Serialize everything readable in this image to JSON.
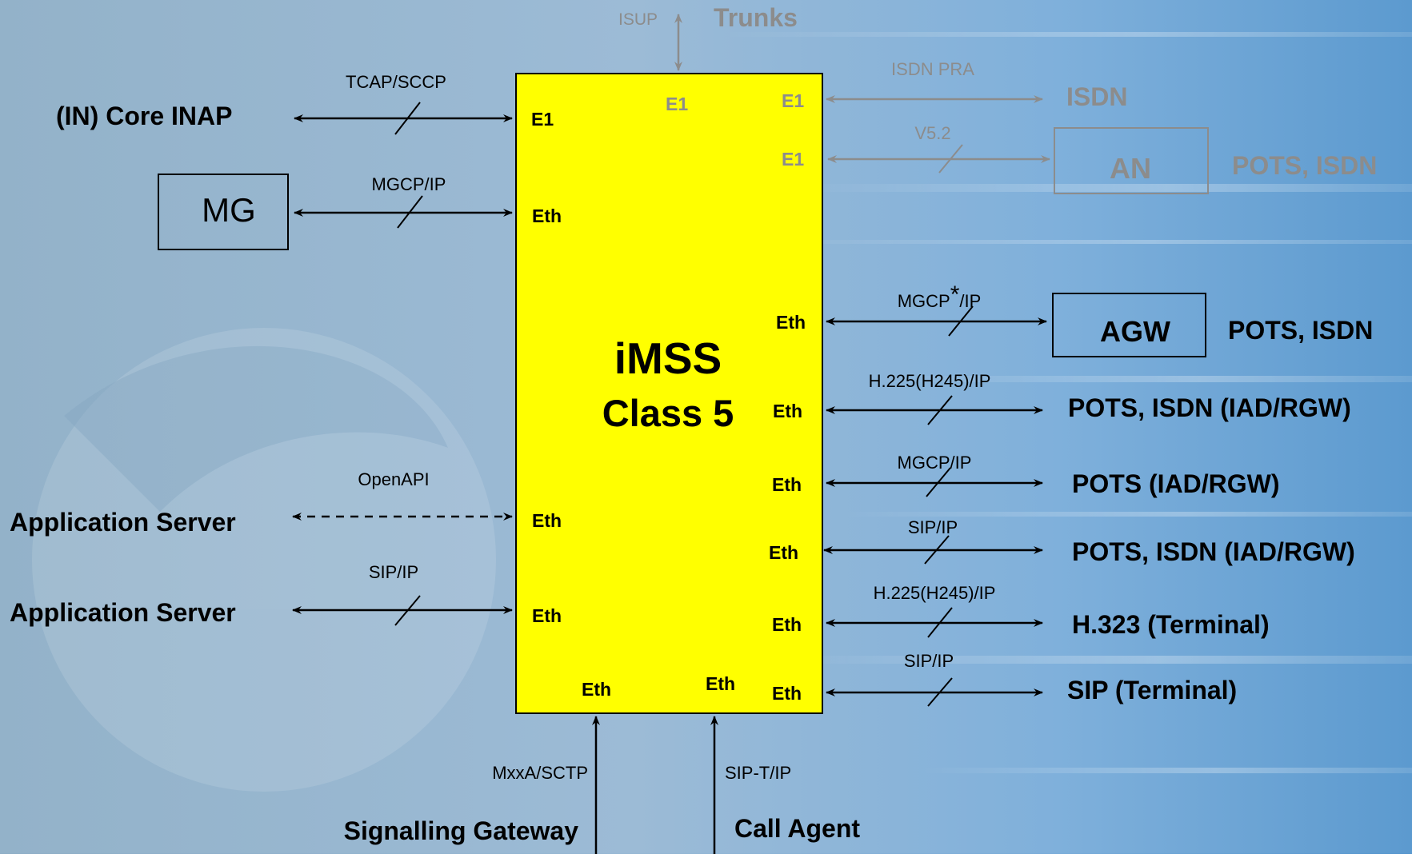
{
  "trunks": {
    "label": "Trunks",
    "protocol": "ISUP"
  },
  "core": {
    "title": "iMSS",
    "subtitle": "Class 5",
    "ports": {
      "top_e1": "E1",
      "left_e1": "E1",
      "left_eth_mg": "Eth",
      "left_eth_openapi": "Eth",
      "left_eth_sip": "Eth",
      "right_e1_isdn": "E1",
      "right_e1_an": "E1",
      "right_eth_agw": "Eth",
      "right_eth_h225_a": "Eth",
      "right_eth_mgcp": "Eth",
      "right_eth_sip_a": "Eth",
      "right_eth_h225_b": "Eth",
      "right_eth_sip_b": "Eth",
      "bottom_eth_sg": "Eth",
      "bottom_eth_ca": "Eth"
    }
  },
  "left": {
    "inap_label": "(IN) Core INAP",
    "inap_protocol": "TCAP/SCCP",
    "mg_label": "MG",
    "mg_protocol": "MGCP/IP",
    "as1_label": "Application Server",
    "as1_protocol": "OpenAPI",
    "as2_label": "Application Server",
    "as2_protocol": "SIP/IP"
  },
  "right": {
    "isdn_label": "ISDN",
    "isdn_protocol": "ISDN PRA",
    "an_label": "AN",
    "an_protocol": "V5.2",
    "an_services": "POTS, ISDN",
    "agw_label": "AGW",
    "agw_protocol_main": "MGCP",
    "agw_protocol_star": "*",
    "agw_protocol_tail": "/IP",
    "agw_services": "POTS, ISDN",
    "h225_a_protocol": "H.225(H245)/IP",
    "h225_a_label": "POTS, ISDN (IAD/RGW)",
    "mgcp_protocol": "MGCP/IP",
    "mgcp_label": "POTS (IAD/RGW)",
    "sip_a_protocol": "SIP/IP",
    "sip_a_label": "POTS, ISDN (IAD/RGW)",
    "h225_b_protocol": "H.225(H245)/IP",
    "h225_b_label": "H.323 (Terminal)",
    "sip_b_protocol": "SIP/IP",
    "sip_b_label": "SIP (Terminal)"
  },
  "bottom": {
    "sg_label": "Signalling Gateway",
    "sg_protocol": "MxxA/SCTP",
    "ca_label": "Call Agent",
    "ca_protocol": "SIP-T/IP"
  },
  "colors": {
    "core_fill": "#FFFF00",
    "active": "#000000",
    "inactive": "#8C8C8C",
    "bg_top": "#8FB3D1",
    "bg_mid": "#6AA0D0"
  }
}
